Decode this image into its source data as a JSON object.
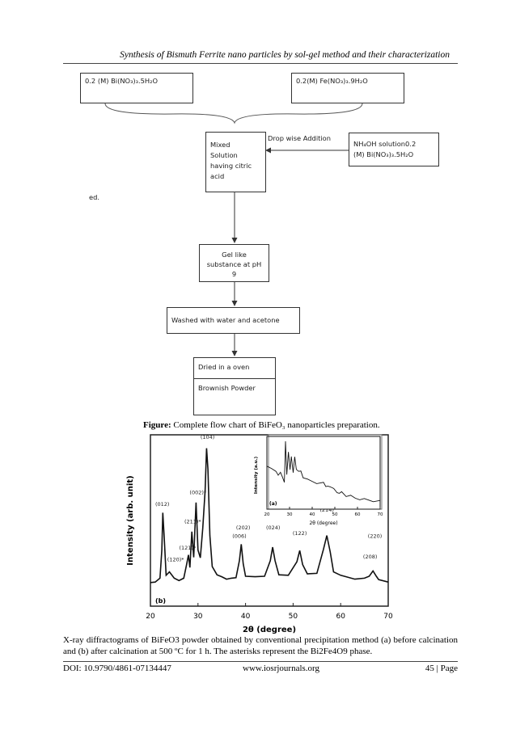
{
  "header": {
    "title": "Synthesis of Bismuth Ferrite nano particles by sol-gel method and their characterization"
  },
  "flowchart": {
    "box_bi_nitrate": "0.2 (M) Bi(NO₃)₃.5H₂O",
    "box_fe_nitrate": "0.2(M) Fe(NO₃)₃.9H₂O",
    "box_mixed": [
      "Mixed",
      "Solution",
      "having citric",
      "acid"
    ],
    "label_dropwise": "Drop wise Addition",
    "box_nh4oh": [
      "NH₄OH solution0.2",
      "(M) Bi(NO₃)₃.5H₂O"
    ],
    "stray_text": "ed.",
    "box_gel": [
      "Gel like",
      "substance at pH",
      "9"
    ],
    "box_washed": "Washed with water and acetone",
    "box_dried": "Dried in a oven",
    "box_powder": "Brownish Powder"
  },
  "figure1_caption": {
    "label": "Figure:",
    "text": " Complete flow chart of BiFeO₃ nanoparticles preparation."
  },
  "chart_data": {
    "type": "line",
    "xlabel": "2θ (degree)",
    "ylabel": "Intensity (arb. unit)",
    "xlim": [
      20,
      70
    ],
    "xticks": [
      20,
      30,
      40,
      50,
      60,
      70
    ],
    "panel_label": "(b)",
    "series": [
      {
        "x": [
          20,
          21,
          22,
          22.4,
          22.6,
          22.9,
          23.3,
          24,
          25,
          26,
          27,
          27.6,
          28,
          28.3,
          28.7,
          29.1,
          29.6,
          30,
          30.5,
          31,
          31.5,
          31.8,
          32.1,
          32.5,
          33,
          34,
          35,
          36,
          37,
          38,
          38.7,
          39.1,
          39.5,
          40,
          42,
          44,
          45.2,
          45.7,
          46.2,
          47,
          49,
          50.8,
          51.4,
          52,
          53,
          55,
          56.4,
          57.1,
          57.8,
          58.5,
          60,
          63,
          65,
          66,
          66.8,
          67.5,
          68,
          70
        ],
        "y": [
          7,
          8,
          10,
          30,
          55,
          38,
          12,
          15,
          10,
          9,
          10,
          20,
          26,
          18,
          42,
          25,
          62,
          30,
          24,
          45,
          70,
          100,
          85,
          40,
          18,
          13,
          11,
          10,
          10,
          11,
          22,
          34,
          20,
          12,
          11,
          12,
          22,
          32,
          22,
          13,
          12,
          22,
          29,
          20,
          13,
          14,
          30,
          40,
          28,
          15,
          12,
          10,
          10,
          12,
          15,
          12,
          9,
          8
        ]
      }
    ],
    "peak_labels": [
      "(012)",
      "(120)*",
      "(121)*",
      "(211)*",
      "(002)*",
      "(104)",
      "(006)",
      "(202)",
      "(024)",
      "(122)",
      "(214)",
      "(208)",
      "(220)"
    ],
    "inset": {
      "xlabel": "2θ (degree)",
      "ylabel": "Intensity (a.u.)",
      "xlim": [
        20,
        70
      ],
      "xticks": [
        20,
        30,
        40,
        50,
        60,
        70
      ],
      "panel_label": "(a)",
      "x": [
        20,
        22,
        24,
        25,
        26,
        27,
        27.7,
        28.2,
        28.8,
        29.5,
        30.2,
        30.8,
        31.6,
        32.3,
        33,
        34,
        35,
        36,
        38,
        40,
        42,
        45,
        46,
        47,
        48,
        49.5,
        51,
        52,
        53,
        55,
        57,
        59,
        61,
        63,
        65,
        67,
        70
      ],
      "y": [
        60,
        58,
        55,
        46,
        52,
        45,
        35,
        100,
        50,
        82,
        56,
        78,
        50,
        76,
        58,
        52,
        54,
        45,
        40,
        38,
        36,
        35,
        30,
        32,
        28,
        27,
        22,
        18,
        22,
        16,
        15,
        12,
        11,
        10,
        9,
        8,
        7
      ]
    }
  },
  "figure2_caption": "X-ray diffractograms of BiFeO3 powder obtained by conventional precipitation method (a) before calcination and (b) after calcination at 500 ºC for 1 h. The asterisks represent the Bi2Fe4O9 phase.",
  "footer": {
    "doi": "DOI: 10.9790/4861-07134447",
    "url": "www.iosrjournals.org",
    "page": "45 | Page"
  }
}
